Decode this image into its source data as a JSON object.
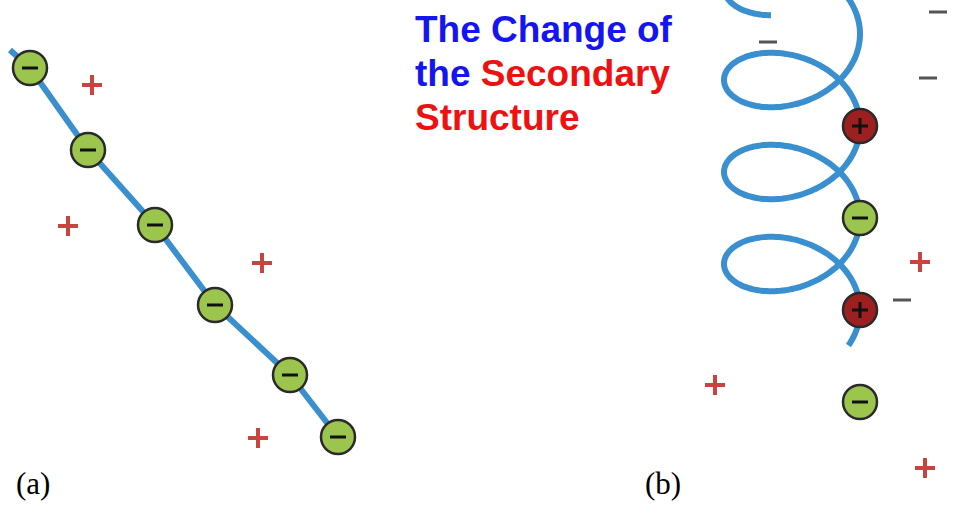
{
  "diagram": {
    "labels": [
      "The Change of the",
      "Secondary Structure",
      "(a)",
      "(b)"
    ]
  }
}
